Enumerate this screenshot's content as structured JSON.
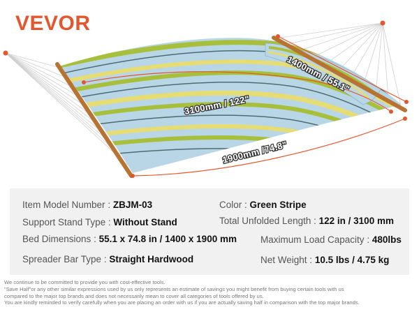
{
  "brand": {
    "logo_text": "VEVOR",
    "color": "#e4572e"
  },
  "dimensions": {
    "length": "3100mm / 122\"",
    "pillow": "1400mm / 55.1\"",
    "width": "1900mm /74.8\""
  },
  "colors": {
    "stripe_blue": "#b9d6e6",
    "stripe_green": "#a7bf3a",
    "stripe_yellow": "#e6dc74",
    "stripe_dark": "#4f6b72",
    "wood": "#b87333",
    "dimension_line": "#e4572e"
  },
  "specs": {
    "model": {
      "label": "Item Model Number",
      "value": "ZBJM-03"
    },
    "color": {
      "label": "Color",
      "value": "Green Stripe"
    },
    "stand": {
      "label": "Support Stand Type",
      "value": "Without Stand"
    },
    "unfolded": {
      "label": "Total Unfolded Length",
      "value": "122 in / 3100 mm"
    },
    "bed": {
      "label": "Bed Dimensions",
      "value": "55.1 x 74.8 in / 1400 x 1900 mm"
    },
    "load": {
      "label": "Maximum Load Capacity",
      "value": "480lbs"
    },
    "spreader": {
      "label": "Spreader Bar Type",
      "value": "Straight Hardwood"
    },
    "weight": {
      "label": "Net Weight",
      "value": "10.5 lbs / 4.75 kg"
    }
  },
  "disclaimer": [
    "We continue to be committed to provide you with cost-effective tools.",
    "\"Save Half\"or any other similar expressions used by us only represents an estimate of savings you might benefit from buying certain tools with us",
    "compared to the major top brands and does not necessarily mean to cover all categories of tools offered by us.",
    "You are kindly reminded to verify carefully when you are placing an order with us if you are actually saving half in comparison with the top major brands."
  ]
}
